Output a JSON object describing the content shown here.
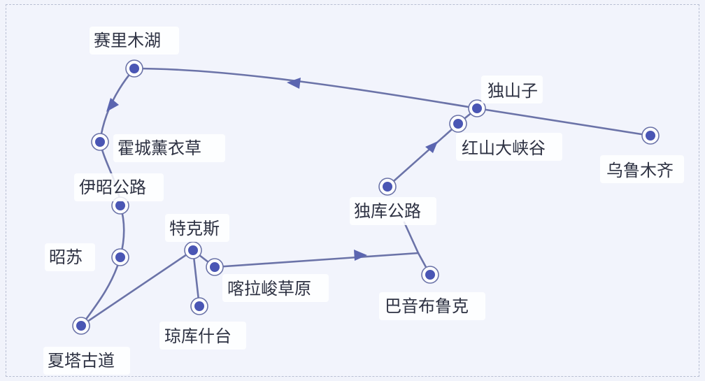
{
  "map": {
    "stops": [
      {
        "id": "wulumuqi",
        "name": "乌鲁木齐"
      },
      {
        "id": "dushanzi",
        "name": "独山子"
      },
      {
        "id": "hongshan",
        "name": "红山大峡谷"
      },
      {
        "id": "duku",
        "name": "独库公路"
      },
      {
        "id": "bayinbuluke",
        "name": "巴音布鲁克"
      },
      {
        "id": "kalajun",
        "name": "喀拉峻草原"
      },
      {
        "id": "tekesi",
        "name": "特克斯"
      },
      {
        "id": "qiongkushitai",
        "name": "琼库什台"
      },
      {
        "id": "xiata",
        "name": "夏塔古道"
      },
      {
        "id": "zhaosu",
        "name": "昭苏"
      },
      {
        "id": "yizhao",
        "name": "伊昭公路"
      },
      {
        "id": "huocheng",
        "name": "霍城薰衣草"
      },
      {
        "id": "sailimu",
        "name": "赛里木湖"
      }
    ],
    "colors": {
      "route": "#6b73a8",
      "stop": "#4a56b4",
      "background": "#f2f4fc"
    }
  }
}
